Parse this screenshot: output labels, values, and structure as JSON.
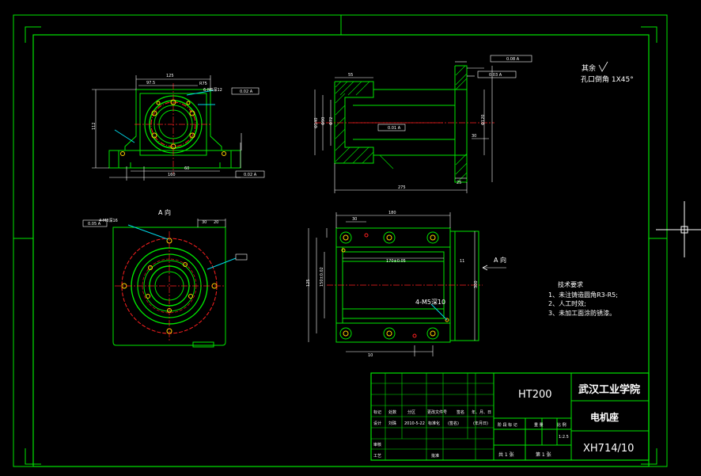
{
  "surface_note": {
    "label": "其余",
    "chamfer": "孔口倒角 1X45°"
  },
  "view_label": "A 向",
  "view_label_arrow": "A 向",
  "tech_requirements": {
    "title": "技术要求",
    "items": [
      "1、未注铸造圆角R3-R5;",
      "2、人工时效;",
      "3、未加工面涂防锈漆。"
    ]
  },
  "callouts": {
    "holes_top": "6-M6深12",
    "holes_a": "4-M8深16",
    "holes_side": "4-M5深10",
    "tol_1": "0.02 A",
    "tol_2": "0.02 A",
    "tol_3": "0.05 A",
    "tol_4": "0.08 A",
    "tol_5": "0.03 A",
    "tol_6": "0.01 A",
    "tol_7": "0.02 A"
  },
  "dims": {
    "top_w": "125",
    "top_a": "97.5",
    "top_b": "R75",
    "top_h": "112",
    "top_c": "60",
    "top_d": "160",
    "sec_a": "55",
    "sec_b": "275",
    "sec_c": "Φ140",
    "sec_d": "Φ90",
    "sec_e": "Φ72",
    "sec_f": "Φ120",
    "sec_g": "30",
    "sec_h": "25",
    "a_a": "30",
    "a_b": "20",
    "side_a": "180",
    "side_b": "30",
    "side_c": "170±0.05",
    "side_d": "11",
    "side_e": "125",
    "side_f": "150±0.02",
    "side_g": "10",
    "side_h": "300"
  },
  "title_block": {
    "material": "HT200",
    "school": "武汉工业学院",
    "part_name": "电机座",
    "drawing_no": "XH714/10",
    "scale": "1:2.5",
    "sheet_count": "共 1 张",
    "sheet_index": "第 1 张",
    "stage": "阶 段 标 记",
    "weight": "重 量",
    "ratio": "比 例",
    "row_labels": [
      "标记",
      "处数",
      "分区",
      "更改文件号",
      "签名",
      "年、月、日"
    ],
    "design": "设计",
    "designer": "刘珠",
    "date": "2010-5-22",
    "std": "标准化",
    "sign": "(签名)",
    "date_label": "(年月日)",
    "check": "审核",
    "craft": "工艺",
    "approve": "批准"
  },
  "colors": {
    "frame": "#00e600",
    "dim": "#ffffff",
    "center": "#ff2020",
    "hidden": "#ffd000",
    "leader": "#00d8e8"
  }
}
